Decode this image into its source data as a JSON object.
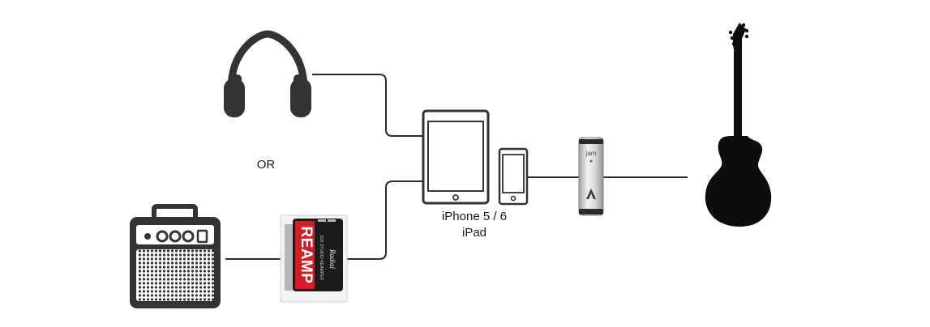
{
  "labels": {
    "or": "OR",
    "device_line1": "iPhone 5 / 6",
    "device_line2": "iPad"
  },
  "reamp_box": {
    "brand_text": "REAMP",
    "maker_text": "Radial",
    "tagline_text": "JCR STUDIO REAMPER"
  },
  "interface_device": {
    "label_text": "jam"
  },
  "colors": {
    "icon_fill": "#333333",
    "line": "#2b2b2b",
    "reamp_red": "#d11f2a",
    "reamp_body": "#1b1b1b",
    "guitar": "#0d0d0d",
    "jam_silver": "#cfd2d4"
  },
  "icons": {
    "headphones": "headphones-icon",
    "amplifier": "amplifier-icon",
    "reamp": "reamp-box-icon",
    "tablet": "tablet-icon",
    "phone": "phone-icon",
    "interface": "audio-interface-icon",
    "guitar": "electric-guitar-icon"
  }
}
